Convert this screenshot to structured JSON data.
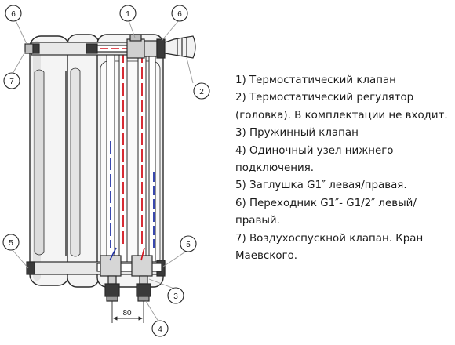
{
  "callouts": [
    "1",
    "2",
    "3",
    "4",
    "5",
    "5",
    "6",
    "6",
    "7"
  ],
  "dimension_label": "80",
  "legend": [
    "1) Термостатический клапан",
    "2) Термостатический регулятор",
    "(головка). В комплектации не входит.",
    "3) Пружинный клапан",
    "4) Одиночный узел нижнего",
    "подключения.",
    "5) Заглушка G1″ левая/правая.",
    "6) Переходник G1″- G1/2″ левый/",
    "правый.",
    "7) Воздухоспускной клапан. Кран",
    "Маевского."
  ],
  "colors": {
    "line": "#2a2a2a",
    "section_fill": "#f4f4f4",
    "shade": "#d4d4d4",
    "dark_part": "#3a3a3a",
    "hot_pipe": "#d3141e",
    "cold_pipe": "#2233a6",
    "leader": "#9a9a9a"
  }
}
